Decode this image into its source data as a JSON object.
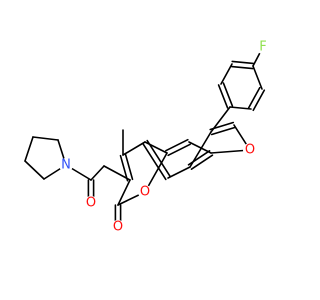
{
  "molecule": {
    "colors": {
      "bond": "#000000",
      "carbon": "#000000",
      "oxygen": "#ff0d0d",
      "nitrogen": "#3050f8",
      "fluorine": "#90e050"
    },
    "atom_labels": [
      {
        "id": "f",
        "text": "F",
        "element": "fluorine"
      },
      {
        "id": "o-furan",
        "text": "O",
        "element": "oxygen"
      },
      {
        "id": "o-lactone",
        "text": "O",
        "element": "oxygen"
      },
      {
        "id": "o-carbonyl-lactone",
        "text": "O",
        "element": "oxygen"
      },
      {
        "id": "o-carbonyl-amide",
        "text": "O",
        "element": "oxygen"
      },
      {
        "id": "n-pyrrolidine",
        "text": "N",
        "element": "nitrogen"
      }
    ]
  }
}
